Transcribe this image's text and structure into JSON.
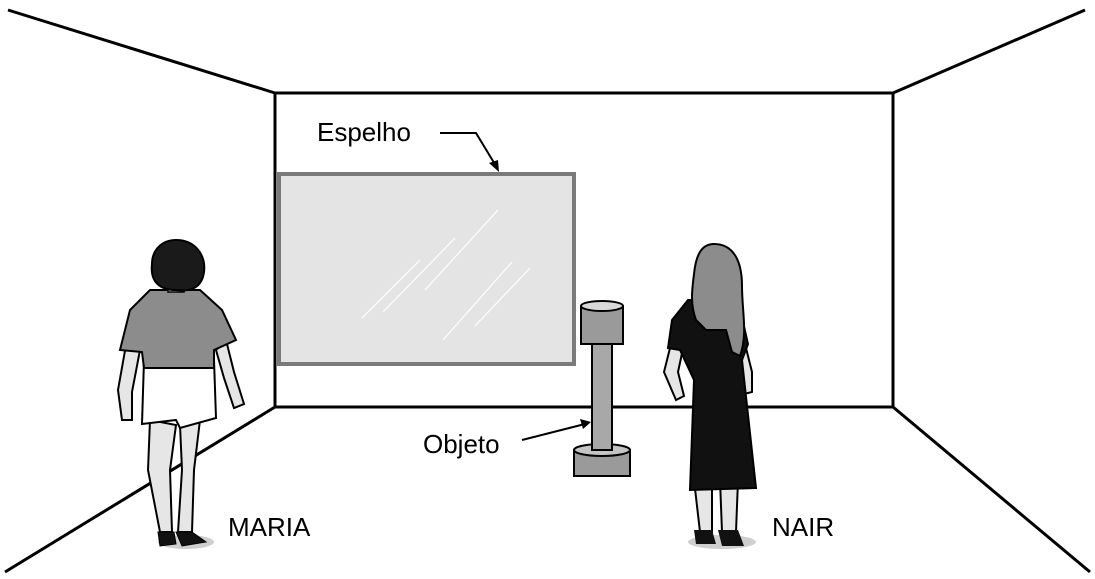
{
  "labels": {
    "mirror": "Espelho",
    "object": "Objeto",
    "person_left": "MARIA",
    "person_right": "NAIR"
  },
  "colors": {
    "line": "#000000",
    "mirror_fill": "#e4e4e4",
    "mirror_frame": "#7a7a7a",
    "shirt": "#8c8c8c",
    "skin": "#e6e6e6",
    "hair": "#1a1a1a",
    "dress": "#111111",
    "object": "#9a9a9a"
  }
}
